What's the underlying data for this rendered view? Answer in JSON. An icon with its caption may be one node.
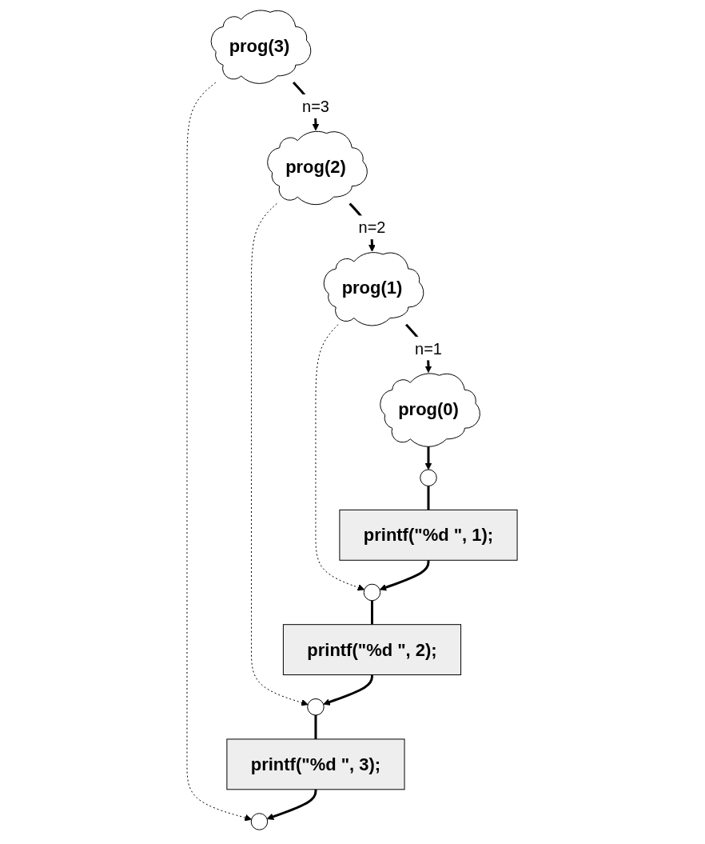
{
  "diagram": {
    "nodes": [
      {
        "text": [
          "prog(3)"
        ]
      },
      {
        "text": [],
        "shape": "circle"
      },
      {
        "text": [
          "printf(\"%d \", 3);"
        ]
      },
      {
        "text": [
          "prog(2)"
        ]
      },
      {
        "text": [],
        "shape": "circle"
      },
      {
        "text": [
          "printf(\"%d \", 2);"
        ]
      },
      {
        "text": [
          "prog(1)"
        ]
      },
      {
        "text": [],
        "shape": "circle"
      },
      {
        "text": [
          "printf(\"%d \", 1);"
        ]
      },
      {
        "text": [
          "prog(0)"
        ]
      },
      {
        "text": [],
        "shape": "circle"
      }
    ],
    "edges": [
      {
        "from": 0,
        "to": 3,
        "arrow": "to",
        "label": "n=3"
      },
      {
        "from": 3,
        "to": 6,
        "arrow": "to",
        "label": "n=2"
      },
      {
        "from": 6,
        "to": 9,
        "arrow": "to",
        "label": "n=1"
      },
      {
        "from": 0,
        "to": 1,
        "arrow": "to",
        "style": "dashed"
      },
      {
        "from": 3,
        "to": 4,
        "arrow": "to",
        "style": "dashed"
      },
      {
        "from": 6,
        "to": 7,
        "arrow": "to",
        "style": "dashed"
      },
      {
        "from": 9,
        "to": 10,
        "arrow": "to"
      },
      {
        "from": 10,
        "to": 8,
        "arrow": "none"
      },
      {
        "from": 8,
        "to": 7,
        "arrow": "to"
      },
      {
        "from": 7,
        "to": 5,
        "arrow": "none"
      },
      {
        "from": 5,
        "to": 4,
        "arrow": "to"
      },
      {
        "from": 4,
        "to": 2,
        "arrow": "none"
      },
      {
        "from": 2,
        "to": 1,
        "arrow": "to"
      }
    ]
  }
}
